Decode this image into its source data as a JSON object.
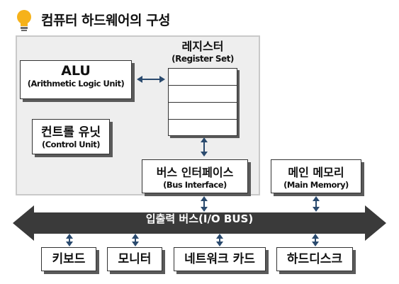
{
  "title": "컴퓨터 하드웨어의 구성",
  "alu": {
    "label": "ALU",
    "sub": "(Arithmetic Logic Unit)"
  },
  "control_unit": {
    "label": "컨트롤 유닛",
    "sub": "(Control Unit)"
  },
  "register": {
    "label": "레지스터",
    "sub": "(Register Set)"
  },
  "bus_interface": {
    "label": "버스 인터페이스",
    "sub": "(Bus Interface)"
  },
  "main_memory": {
    "label": "메인 메모리",
    "sub": "(Main Memory)"
  },
  "io_bus": {
    "label": "입출력 버스(I/O BUS)"
  },
  "devices": [
    "키보드",
    "모니터",
    "네트워크 카드",
    "하드디스크"
  ],
  "colors": {
    "bus": "#3a3a3a",
    "cpu_frame": "#eeeeee",
    "connector": "#2a4a6e",
    "bulb": "#f6b21a"
  }
}
